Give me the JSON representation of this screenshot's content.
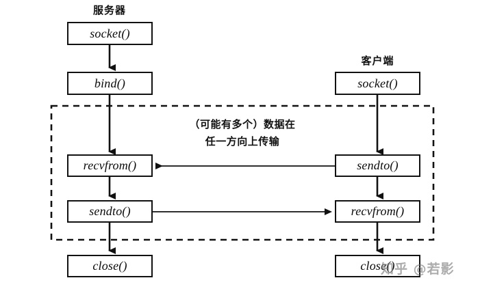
{
  "diagram": {
    "title_server": "服务器",
    "title_client": "客户端",
    "annotation": "（可能有多个）数据在\n任一方向上传输",
    "watermark": "知乎 @若影",
    "colors": {
      "stroke": "#111111",
      "box_fill": "#ffffff",
      "background": "#ffffff",
      "watermark": "#787878"
    },
    "server_nodes": [
      {
        "id": "server-socket",
        "label": "socket()"
      },
      {
        "id": "server-bind",
        "label": "bind()"
      },
      {
        "id": "server-recvfrom",
        "label": "recvfrom()"
      },
      {
        "id": "server-sendto",
        "label": "sendto()"
      },
      {
        "id": "server-close",
        "label": "close()"
      }
    ],
    "client_nodes": [
      {
        "id": "client-socket",
        "label": "socket()"
      },
      {
        "id": "client-sendto",
        "label": "sendto()"
      },
      {
        "id": "client-recvfrom",
        "label": "recvfrom()"
      },
      {
        "id": "client-close",
        "label": "close()"
      }
    ],
    "edges": [
      {
        "from": "server-socket",
        "to": "server-bind",
        "direction": "down"
      },
      {
        "from": "server-bind",
        "to": "server-recvfrom",
        "direction": "down"
      },
      {
        "from": "server-recvfrom",
        "to": "server-sendto",
        "direction": "down"
      },
      {
        "from": "server-sendto",
        "to": "server-close",
        "direction": "down"
      },
      {
        "from": "client-socket",
        "to": "client-sendto",
        "direction": "down"
      },
      {
        "from": "client-sendto",
        "to": "client-recvfrom",
        "direction": "down"
      },
      {
        "from": "client-recvfrom",
        "to": "client-close",
        "direction": "down"
      },
      {
        "from": "client-sendto",
        "to": "server-recvfrom",
        "direction": "left"
      },
      {
        "from": "server-sendto",
        "to": "client-recvfrom",
        "direction": "right"
      }
    ],
    "dashed_region": {
      "label": "data-transfer-region"
    }
  }
}
